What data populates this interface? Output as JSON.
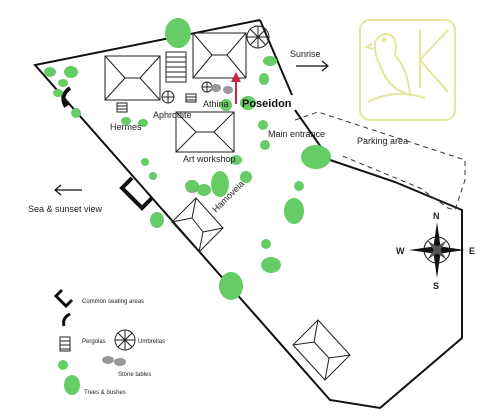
{
  "map": {
    "buildings": {
      "hermes": "Hermes",
      "aphrodite": "Aphrodite",
      "athina": "Athina",
      "poseidon": "Poseidon",
      "art_workshop": "Art workshop",
      "hamoveia": "Hamoveia"
    },
    "places": {
      "main_entrance": "Main entrance",
      "parking": "Parking area",
      "sunrise": "Sunrise",
      "sea_view": "Sea & sunset view"
    },
    "compass": {
      "n": "N",
      "s": "S",
      "e": "E",
      "w": "W"
    },
    "legend": {
      "seating": "Common seating areas",
      "pergolas": "Pergolas",
      "umbrellas": "Umbrellas",
      "stone_tables": "Stone tables",
      "trees": "Trees & bushes"
    },
    "colors": {
      "tree": "#66cc66",
      "logo": "#e4e69a",
      "outline": "#111111",
      "pointer": "#cc2244"
    }
  }
}
